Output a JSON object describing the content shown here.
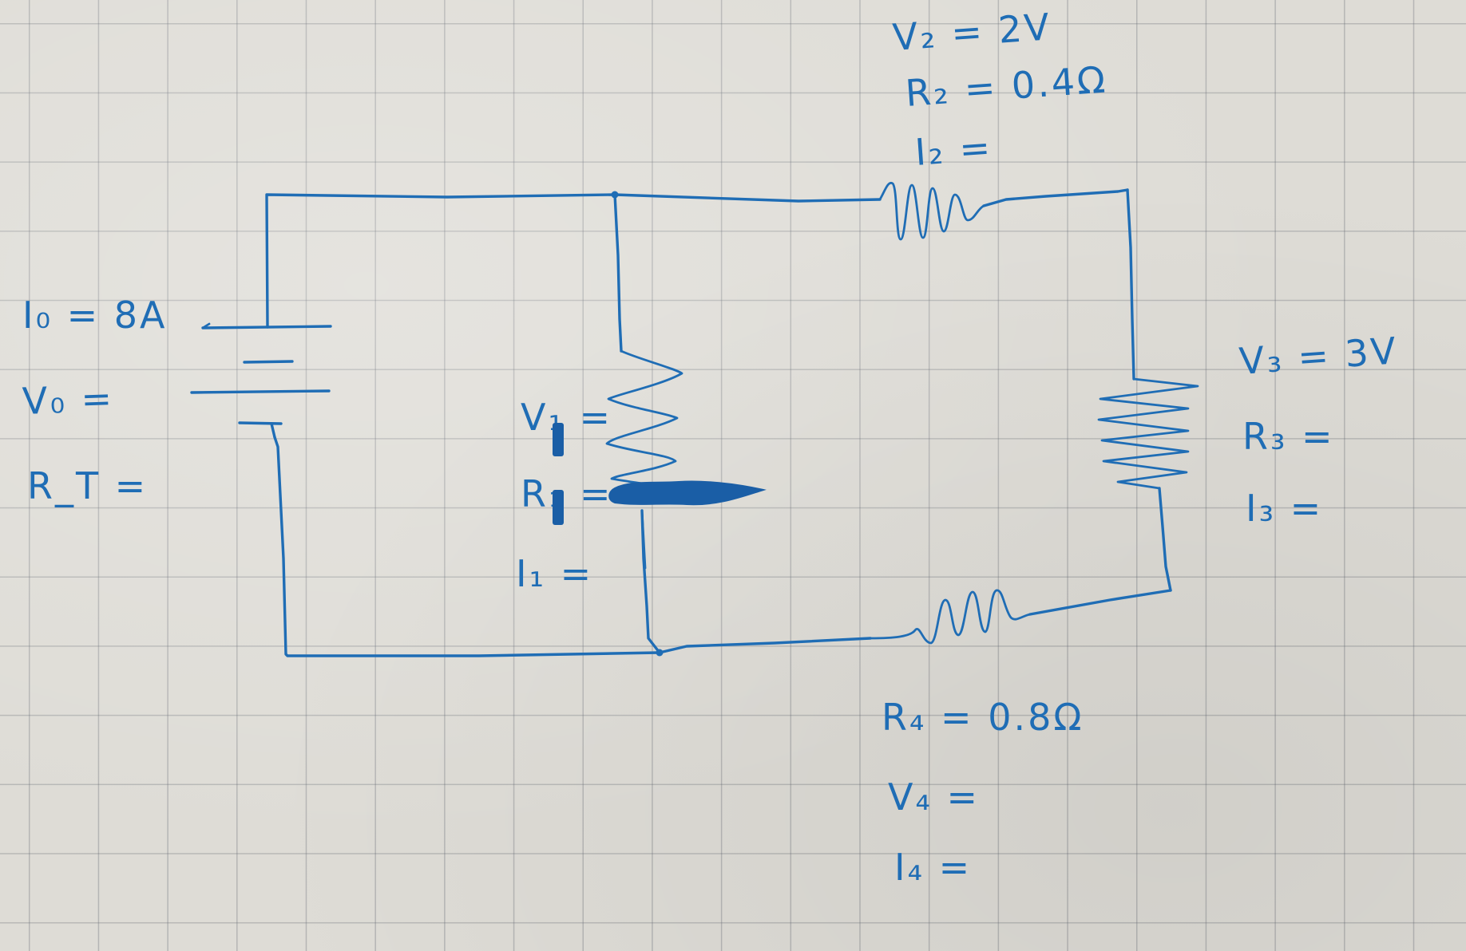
{
  "source": {
    "labels": {
      "current": "I₀ = 8A",
      "voltage": "V₀ =",
      "total_resistance": "R_T ="
    }
  },
  "resistor_1": {
    "labels": {
      "voltage": "V₁ =",
      "resistance": "R₁ =",
      "current": "I₁ ="
    }
  },
  "resistor_2": {
    "labels": {
      "voltage": "V₂ = 2V",
      "resistance": "R₂ = 0.4Ω",
      "current": "I₂ ="
    }
  },
  "resistor_3": {
    "labels": {
      "voltage": "V₃ = 3V",
      "resistance": "R₃ =",
      "current": "I₃ ="
    }
  },
  "resistor_4": {
    "labels": {
      "resistance": "R₄ = 0.8Ω",
      "voltage": "V₄ =",
      "current": "I₄ ="
    }
  },
  "colors": {
    "ink": "#1f6db5",
    "paper": "#dedcd6",
    "grid": "#5f646e"
  }
}
